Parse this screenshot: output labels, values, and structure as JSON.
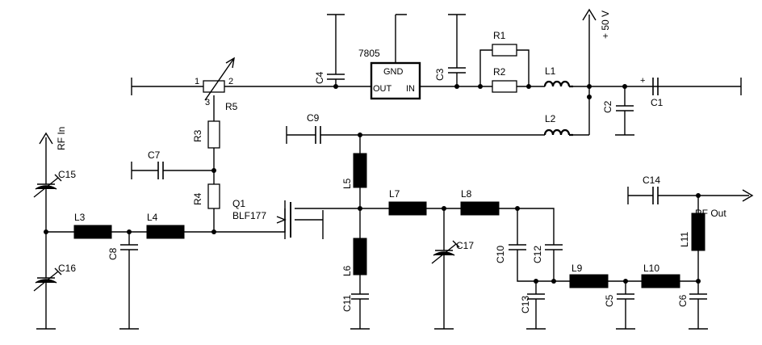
{
  "labels": {
    "r1": "R1",
    "r2": "R2",
    "r3": "R3",
    "r4": "R4",
    "r5": "R5",
    "c1": "C1",
    "c2": "C2",
    "c3": "C3",
    "c4": "C4",
    "c5": "C5",
    "c6": "C6",
    "c7": "C7",
    "c8": "C8",
    "c9": "C9",
    "c10": "C10",
    "c11": "C11",
    "c12": "C12",
    "c13": "C13",
    "c14": "C14",
    "c15": "C15",
    "c16": "C16",
    "c17": "C17",
    "l1": "L1",
    "l2": "L2",
    "l3": "L3",
    "l4": "L4",
    "l5": "L5",
    "l6": "L6",
    "l7": "L7",
    "l8": "L8",
    "l9": "L9",
    "l10": "L10",
    "l11": "L11",
    "q1": "Q1",
    "q1_type": "BLF177",
    "reg": "7805",
    "reg_gnd": "GND",
    "reg_out": "OUT",
    "reg_in": "IN",
    "pin1": "1",
    "pin2": "2",
    "pin3": "3",
    "plus": "+"
  },
  "ports": {
    "supply": "+ 50 V",
    "rf_in": "RF In",
    "rf_out": "RF Out"
  }
}
